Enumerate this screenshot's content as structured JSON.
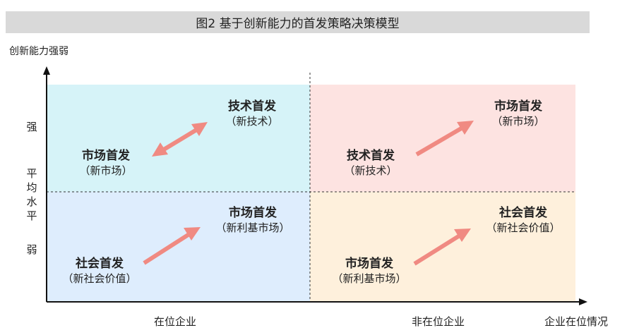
{
  "title": "图2 基于创新能力的首发策略决策模型",
  "y_axis": {
    "title": "创新能力强弱",
    "levels": [
      "强",
      "平均水平",
      "弱"
    ]
  },
  "x_axis": {
    "title": "企业在位情况",
    "categories": [
      "在位企业",
      "非在位企业"
    ]
  },
  "nodes": {
    "tl_a": {
      "main": "技术首发",
      "sub": "（新技术）"
    },
    "tl_b": {
      "main": "市场首发",
      "sub": "（新市场）"
    },
    "tr_a": {
      "main": "市场首发",
      "sub": "（新市场）"
    },
    "tr_b": {
      "main": "技术首发",
      "sub": "（新技术）"
    },
    "bl_a": {
      "main": "市场首发",
      "sub": "（新利基市场）"
    },
    "bl_b": {
      "main": "社会首发",
      "sub": "（新社会价值）"
    },
    "br_a": {
      "main": "社会首发",
      "sub": "（新社会价值）"
    },
    "br_b": {
      "main": "市场首发",
      "sub": "（新利基市场）"
    }
  },
  "colors": {
    "arrow": "#f08a82",
    "axis": "#111111",
    "quadrant_tl": "#d6f3f8",
    "quadrant_tr": "#fde3e1",
    "quadrant_bl": "#deedfd",
    "quadrant_br": "#fef0dc"
  }
}
